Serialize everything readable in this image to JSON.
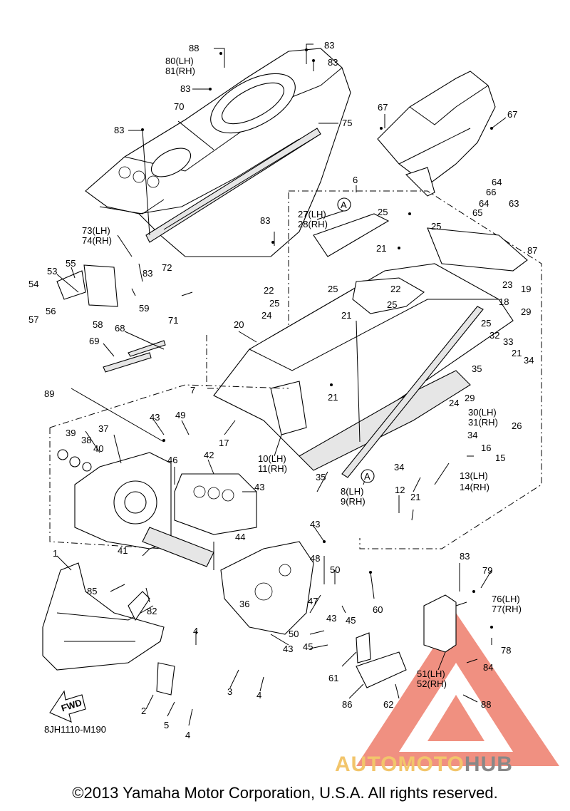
{
  "diagram_code": "8JH1110-M190",
  "copyright": "©2013 Yamaha Motor Corporation, U.S.A. All rights reserved.",
  "watermark": {
    "part1": "AUTOMOTO",
    "part2": "HUB",
    "color_triangle": "#e8523a",
    "color_part1": "#f2c56b",
    "color_part2": "#888888"
  },
  "fwd_arrow": "FWD",
  "callout_a": "A",
  "labels": {
    "l88a": "88",
    "l83a": "83",
    "l83b": "83",
    "l80": "80(LH)",
    "l81": "81(RH)",
    "l83c": "83",
    "l70": "70",
    "l75": "75",
    "l83d": "83",
    "l67a": "67",
    "l67b": "67",
    "l6": "6",
    "l64a": "64",
    "l66": "66",
    "l63": "63",
    "l64b": "64",
    "l65": "65",
    "l27": "27(LH)",
    "l28": "28(RH)",
    "l25a": "25",
    "l25b": "25",
    "l83e": "83",
    "l87": "87",
    "l73": "73(LH)",
    "l74": "74(RH)",
    "l21a": "21",
    "l55": "55",
    "l53": "53",
    "l83f": "83",
    "l72": "72",
    "l23": "23",
    "l19": "19",
    "l54": "54",
    "l59": "59",
    "l22a": "22",
    "l25c": "25",
    "l22b": "22",
    "l18": "18",
    "l25d": "25",
    "l29a": "29",
    "l57": "57",
    "l56": "56",
    "l71": "71",
    "l24a": "24",
    "l21b": "21",
    "l58": "58",
    "l20": "20",
    "l25e": "25",
    "l68": "68",
    "l69": "69",
    "l32": "32",
    "l33": "33",
    "l21c": "21",
    "l34a": "34",
    "l35a": "35",
    "l7": "7",
    "l89": "89",
    "l21d": "21",
    "l29b": "29",
    "l24b": "24",
    "l30": "30(LH)",
    "l31": "31(RH)",
    "l26": "26",
    "l43a": "43",
    "l49": "49",
    "l37": "37",
    "l39": "39",
    "l38": "38",
    "l40": "40",
    "l17": "17",
    "l34b": "34",
    "l16": "16",
    "l15": "15",
    "l10": "10(LH)",
    "l11": "11(RH)",
    "l46": "46",
    "l42": "42",
    "l34c": "34",
    "l13": "13(LH)",
    "l14": "14(RH)",
    "l43b": "43",
    "l35b": "35",
    "l8": "8(LH)",
    "l9": "9(RH)",
    "l12": "12",
    "l21e": "21",
    "l41": "41",
    "l44": "44",
    "l43c": "43",
    "l1": "1",
    "l48": "48",
    "l50a": "50",
    "l83g": "83",
    "l79": "79",
    "l85": "85",
    "l82": "82",
    "l36": "36",
    "l60": "60",
    "l47": "47",
    "l43d": "43",
    "l45a": "45",
    "l76": "76(LH)",
    "l77": "77(RH)",
    "l50b": "50",
    "l45b": "45",
    "l78": "78",
    "l4a": "4",
    "l43e": "43",
    "l61": "61",
    "l84": "84",
    "l51": "51(LH)",
    "l52": "52(RH)",
    "l3": "3",
    "l4b": "4",
    "l2": "2",
    "l62": "62",
    "l86": "86",
    "l88b": "88",
    "l5": "5",
    "l4c": "4"
  }
}
